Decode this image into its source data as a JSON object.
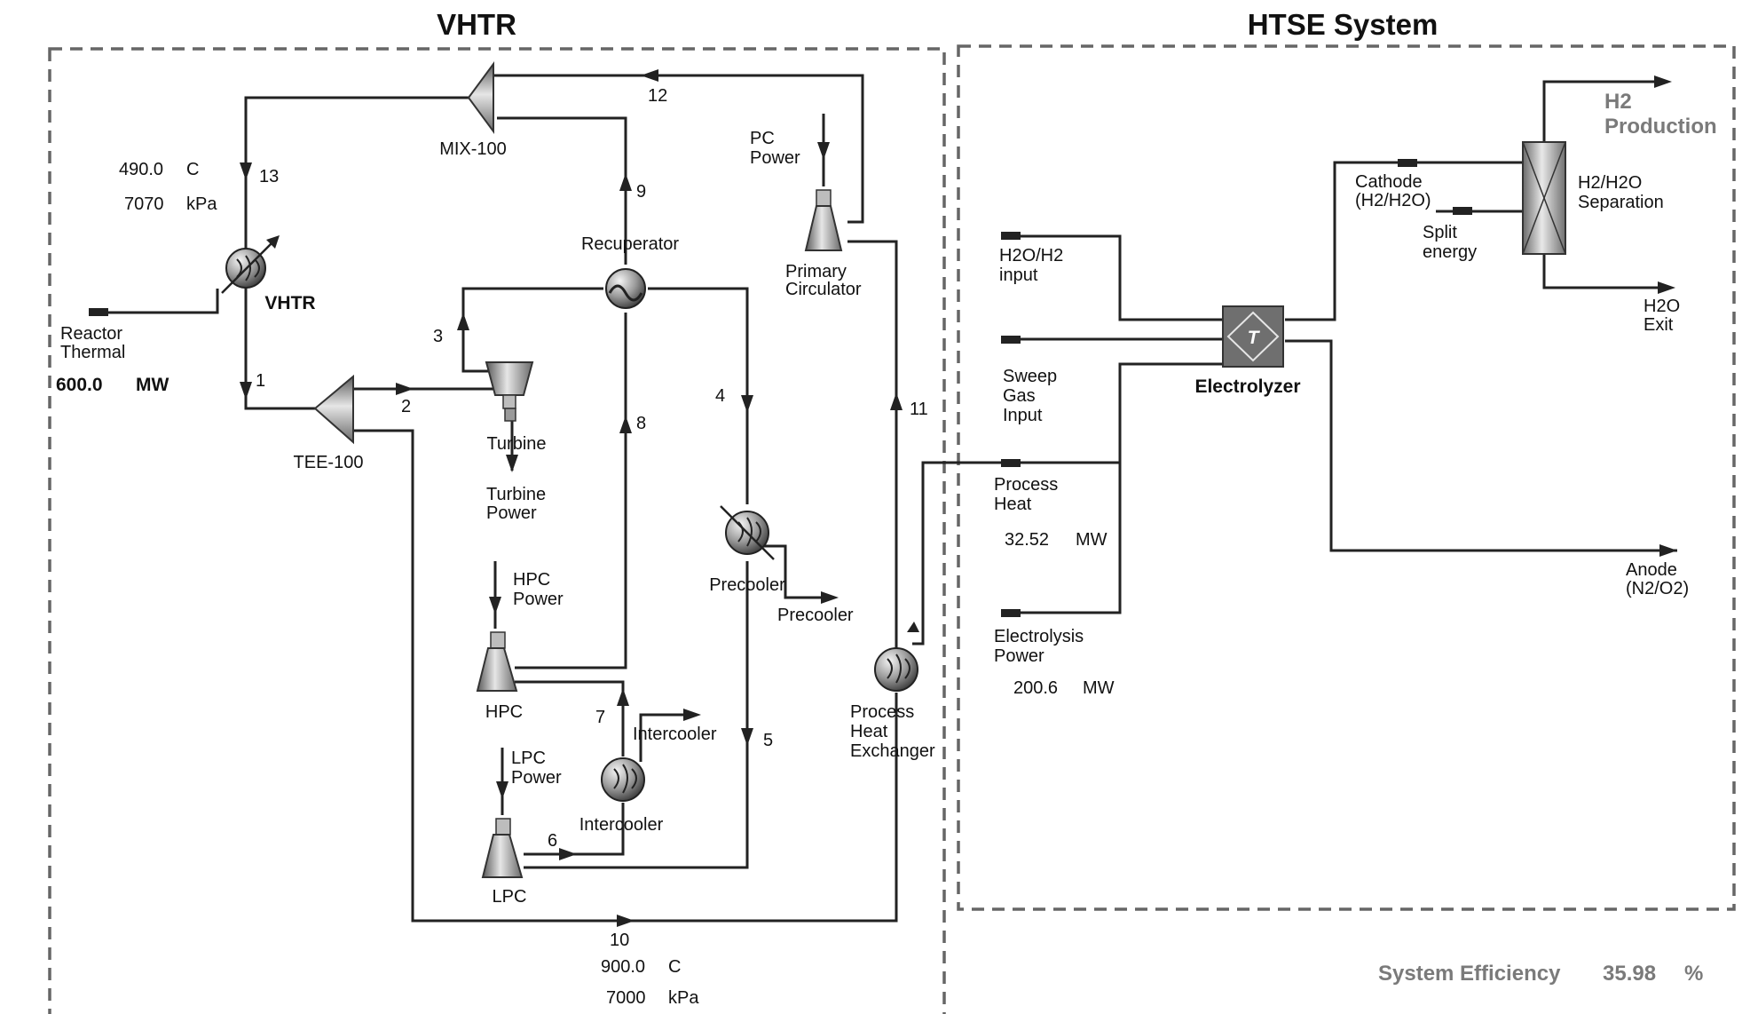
{
  "titles": {
    "vhtr": "VHTR",
    "htse": "HTSE System"
  },
  "components": {
    "mix": "MIX-100",
    "tee": "TEE-100",
    "vhtr": "VHTR",
    "recuperator": "Recuperator",
    "turbine": "Turbine",
    "precooler": "Precooler",
    "hpc": "HPC",
    "lpc": "LPC",
    "intercooler": "Intercooler",
    "primary_circulator": [
      "Primary",
      "Circulator"
    ],
    "process_hx": [
      "Process",
      "Heat",
      "Exchanger"
    ],
    "electrolyzer": "Electrolyzer",
    "separation": [
      "H2/H2O",
      "Separation"
    ],
    "electrolyzer_glyph": "T"
  },
  "streams": [
    "1",
    "2",
    "3",
    "4",
    "5",
    "6",
    "7",
    "8",
    "9",
    "10",
    "11",
    "12",
    "13"
  ],
  "energy": {
    "reactor_thermal": [
      "Reactor",
      "Thermal"
    ],
    "pc_power": [
      "PC",
      "Power"
    ],
    "turbine_power": [
      "Turbine",
      "Power"
    ],
    "precooler_out": "Precooler",
    "hpc_power": [
      "HPC",
      "Power"
    ],
    "lpc_power": [
      "LPC",
      "Power"
    ],
    "intercooler_out": "Intercooler",
    "process_heat": [
      "Process",
      "Heat"
    ],
    "electrolysis_power": [
      "Electrolysis",
      "Power"
    ],
    "split_energy": [
      "Split",
      "energy"
    ]
  },
  "htse_streams": {
    "h2o_h2_input": [
      "H2O/H2",
      "input"
    ],
    "sweep_gas": [
      "Sweep",
      "Gas",
      "Input"
    ],
    "cathode": [
      "Cathode",
      "(H2/H2O)"
    ],
    "anode": [
      "Anode",
      "(N2/O2)"
    ],
    "h2_production": [
      "H2",
      "Production"
    ],
    "h2o_exit": [
      "H2O",
      "Exit"
    ]
  },
  "values": {
    "t13": "490.0",
    "t13_unit": "C",
    "p13": "7070",
    "p13_unit": "kPa",
    "reactor_mw": "600.0",
    "reactor_unit": "MW",
    "t10": "900.0",
    "t10_unit": "C",
    "p10": "7000",
    "p10_unit": "kPa",
    "process_heat_mw": "32.52",
    "process_heat_unit": "MW",
    "electrolysis_mw": "200.6",
    "electrolysis_unit": "MW",
    "efficiency_label": "System Efficiency",
    "efficiency": "35.98",
    "efficiency_unit": "%"
  },
  "colors": {
    "line": "#222222",
    "box": "#666666",
    "grey_text": "#7a7a7a",
    "electrolyzer": "#6f6f6f"
  }
}
